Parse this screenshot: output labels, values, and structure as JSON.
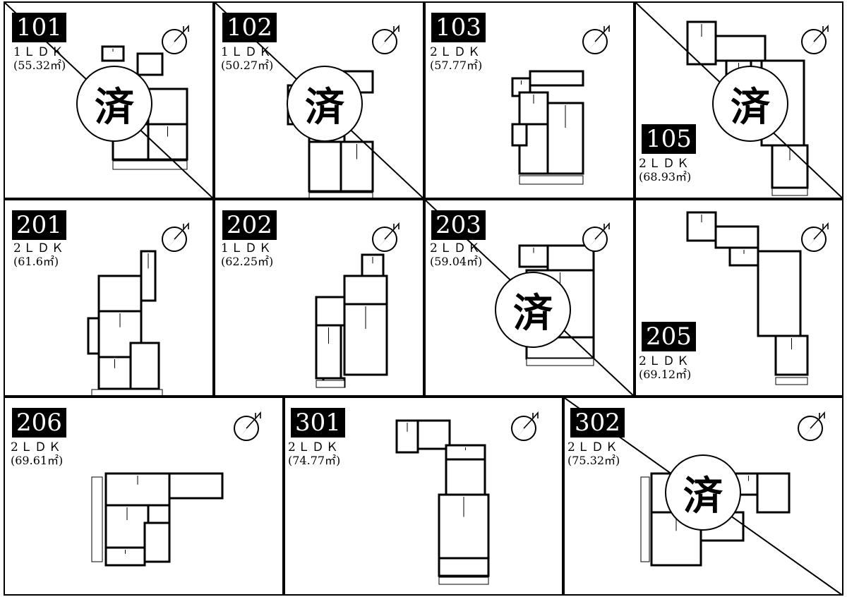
{
  "sold_mark": "済",
  "units": [
    {
      "number": "101",
      "type": "1ＬＤＫ",
      "area": "(55.32㎡)",
      "sold": true
    },
    {
      "number": "102",
      "type": "1ＬＤＫ",
      "area": "(50.27㎡)",
      "sold": true
    },
    {
      "number": "103",
      "type": "2ＬＤＫ",
      "area": "(57.77㎡)",
      "sold": false
    },
    {
      "number": "105",
      "type": "2ＬＤＫ",
      "area": "(68.93㎡)",
      "sold": true
    },
    {
      "number": "201",
      "type": "2ＬＤＫ",
      "area": "(61.6㎡)",
      "sold": false
    },
    {
      "number": "202",
      "type": "1ＬＤＫ",
      "area": "(62.25㎡)",
      "sold": false
    },
    {
      "number": "203",
      "type": "2ＬＤＫ",
      "area": "(59.04㎡)",
      "sold": true
    },
    {
      "number": "205",
      "type": "2ＬＤＫ",
      "area": "(69.12㎡)",
      "sold": false
    },
    {
      "number": "206",
      "type": "2ＬＤＫ",
      "area": "(69.61㎡)",
      "sold": false
    },
    {
      "number": "301",
      "type": "2ＬＤＫ",
      "area": "(74.77㎡)",
      "sold": false
    },
    {
      "number": "302",
      "type": "2ＬＤＫ",
      "area": "(75.32㎡)",
      "sold": true
    }
  ]
}
